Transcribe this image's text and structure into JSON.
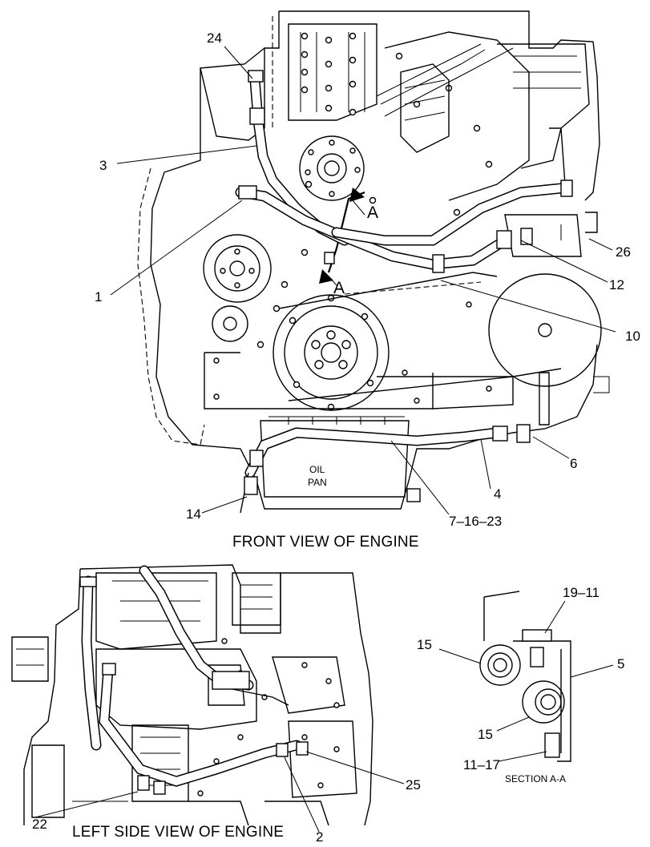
{
  "views": {
    "front_title": "FRONT VIEW OF ENGINE",
    "left_title": "LEFT SIDE VIEW OF ENGINE",
    "section_title": "SECTION A-A",
    "oil_pan_line1": "OIL",
    "oil_pan_line2": "PAN",
    "section_marker": "A"
  },
  "callouts": {
    "c24": "24",
    "c3": "3",
    "c1": "1",
    "c26": "26",
    "c12": "12",
    "c10": "10",
    "c6": "6",
    "c4": "4",
    "c7_16_23": "7–16–23",
    "c14": "14",
    "c22": "22",
    "c2": "2",
    "c25": "25",
    "c19_11": "19–11",
    "c15a": "15",
    "c5": "5",
    "c15b": "15",
    "c11_17": "11–17"
  }
}
